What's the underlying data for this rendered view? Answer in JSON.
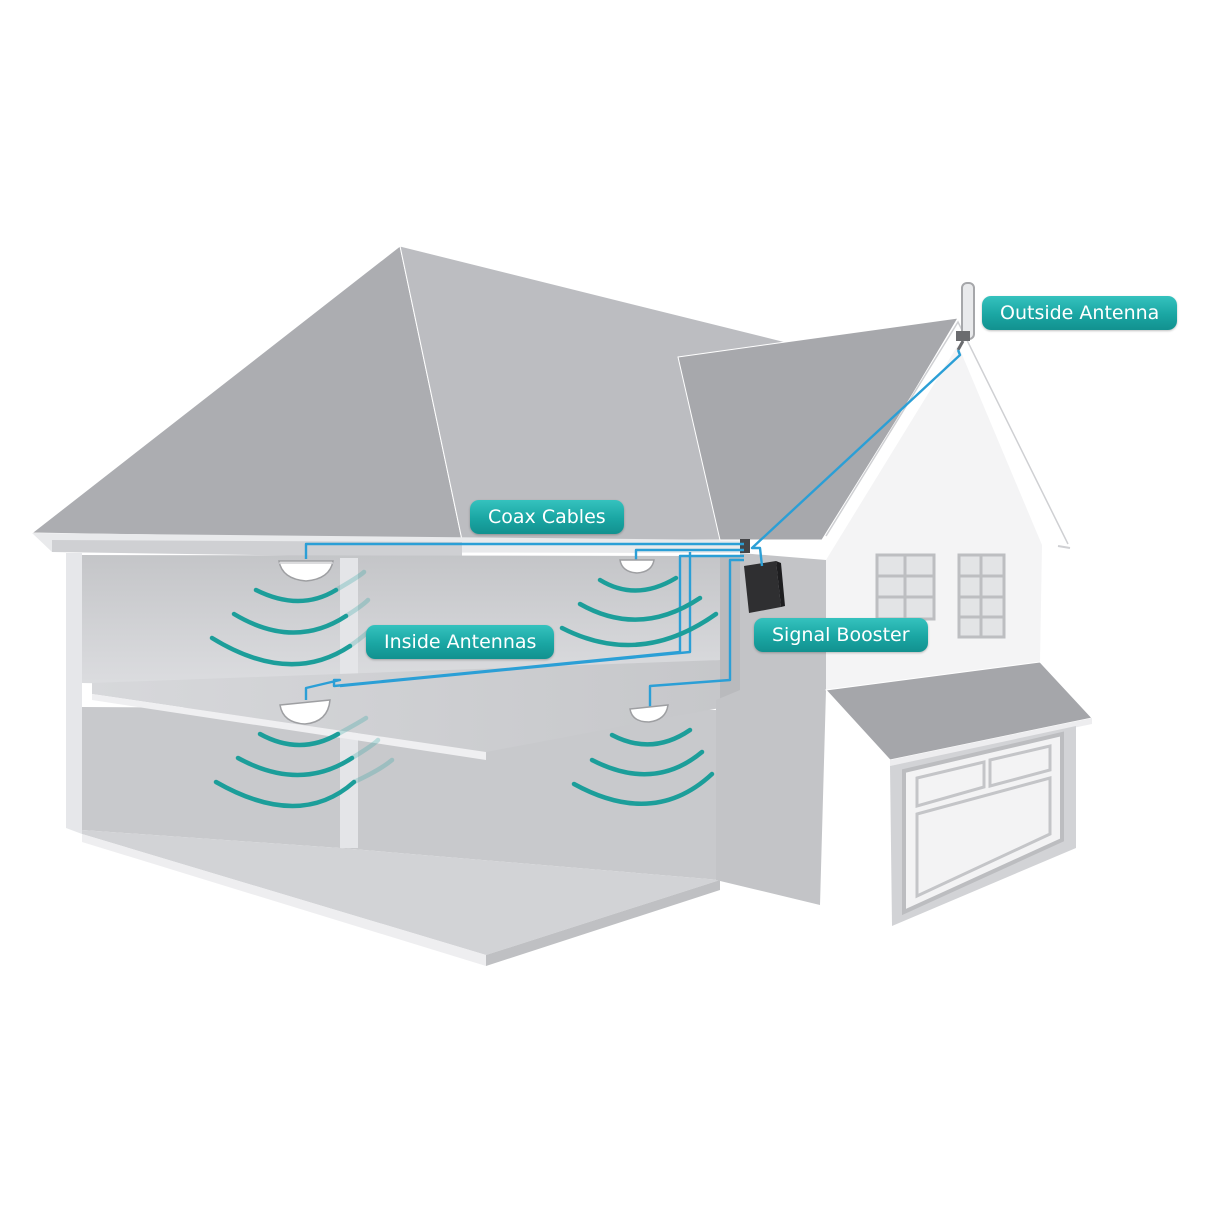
{
  "labels": {
    "outside_antenna": "Outside Antenna",
    "coax_cables": "Coax Cables",
    "inside_antennas": "Inside Antennas",
    "signal_booster": "Signal Booster"
  },
  "colors": {
    "callout": "#1aa6a3",
    "cable": "#2b9fd6",
    "wave": "#1c9e9a",
    "roof": "#a9aaae",
    "wall": "#c9cacd",
    "interior": "#d3d4d7",
    "trim": "#ffffff",
    "booster": "#3a3a3c"
  }
}
